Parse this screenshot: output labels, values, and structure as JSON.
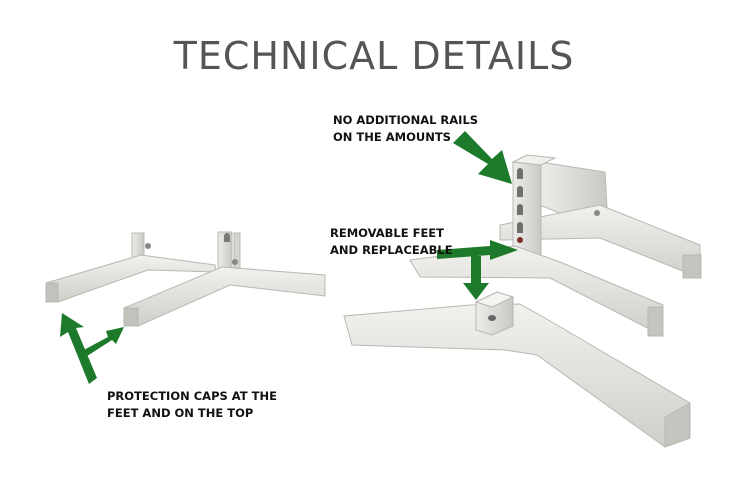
{
  "title": "TECHNICAL DETAILS",
  "callouts": [
    {
      "line1": "NO ADDITIONAL RAILS",
      "line2": "ON THE AMOUNTS"
    },
    {
      "line1": "REMOVABLE FEET",
      "line2": "AND REPLACEABLE"
    },
    {
      "line1": "PROTECTION CAPS AT THE",
      "line2": "FEET AND ON THE TOP"
    }
  ],
  "colors": {
    "arrow": "#1d7a2b",
    "metal": "#e6e6e2",
    "title": "#555555"
  }
}
